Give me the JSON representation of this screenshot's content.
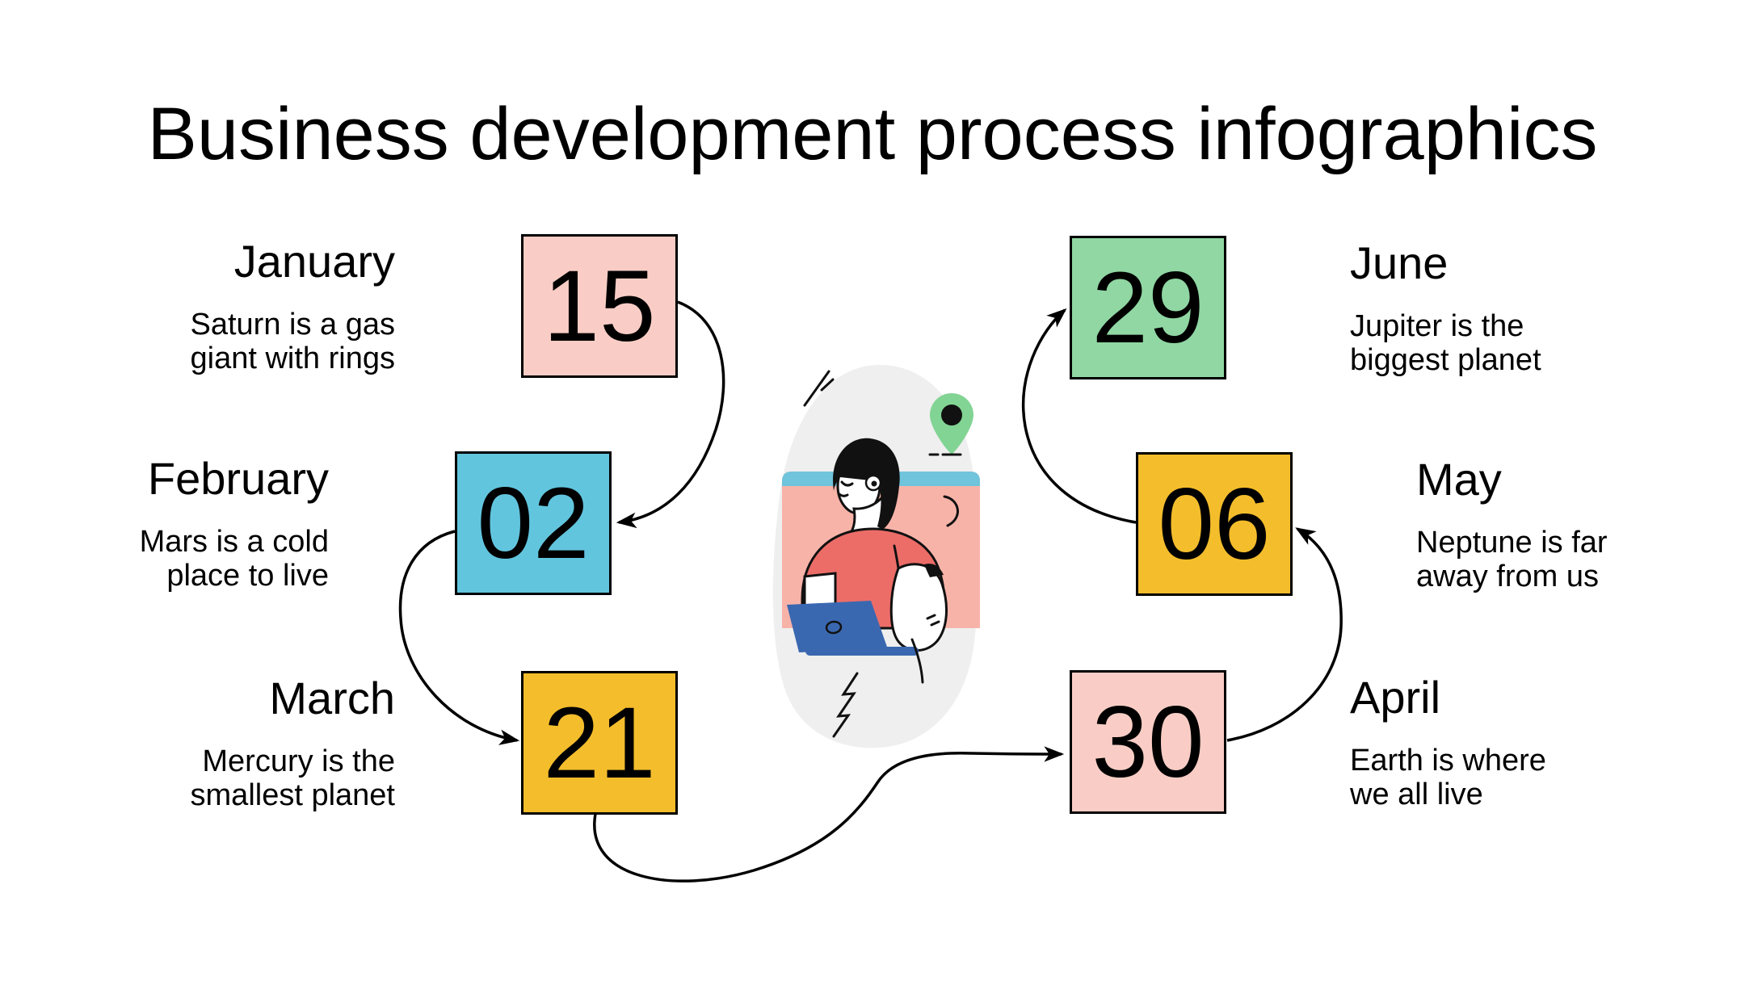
{
  "title": "Business development process infographics",
  "flow_order": [
    "January",
    "February",
    "March",
    "April",
    "May",
    "June"
  ],
  "steps": [
    {
      "month": "January",
      "day": "15",
      "desc_line1": "Saturn is a gas",
      "desc_line2": "giant with rings",
      "box_color": "#F9CDC5"
    },
    {
      "month": "February",
      "day": "02",
      "desc_line1": "Mars is a cold",
      "desc_line2": "place to live",
      "box_color": "#62C5DE"
    },
    {
      "month": "March",
      "day": "21",
      "desc_line1": "Mercury is the",
      "desc_line2": "smallest planet",
      "box_color": "#F4BD2C"
    },
    {
      "month": "April",
      "day": "30",
      "desc_line1": "Earth is where",
      "desc_line2": "we all live",
      "box_color": "#F9CDC5"
    },
    {
      "month": "May",
      "day": "06",
      "desc_line1": "Neptune is far",
      "desc_line2": "away from us",
      "box_color": "#F4BD2C"
    },
    {
      "month": "June",
      "day": "29",
      "desc_line1": "Jupiter is the",
      "desc_line2": "biggest planet",
      "box_color": "#90D7A3"
    }
  ],
  "illustration": {
    "elements": [
      "person-at-laptop",
      "browser-window",
      "location-pin-icon",
      "laptop-icon",
      "speed-lines",
      "zigzag-line",
      "background-blob"
    ],
    "colors": {
      "window_body": "#F8B3A9",
      "window_bar": "#70C4DC",
      "shirt": "#EC6D68",
      "laptop": "#3A68B0",
      "pin": "#82D494",
      "blob": "#EFEFEF"
    }
  },
  "colors": {
    "background": "#FFFFFF",
    "text": "#000000",
    "outline": "#000000",
    "pink": "#F9CDC5",
    "blue": "#62C5DE",
    "yellow": "#F4BD2C",
    "green": "#90D7A3"
  }
}
